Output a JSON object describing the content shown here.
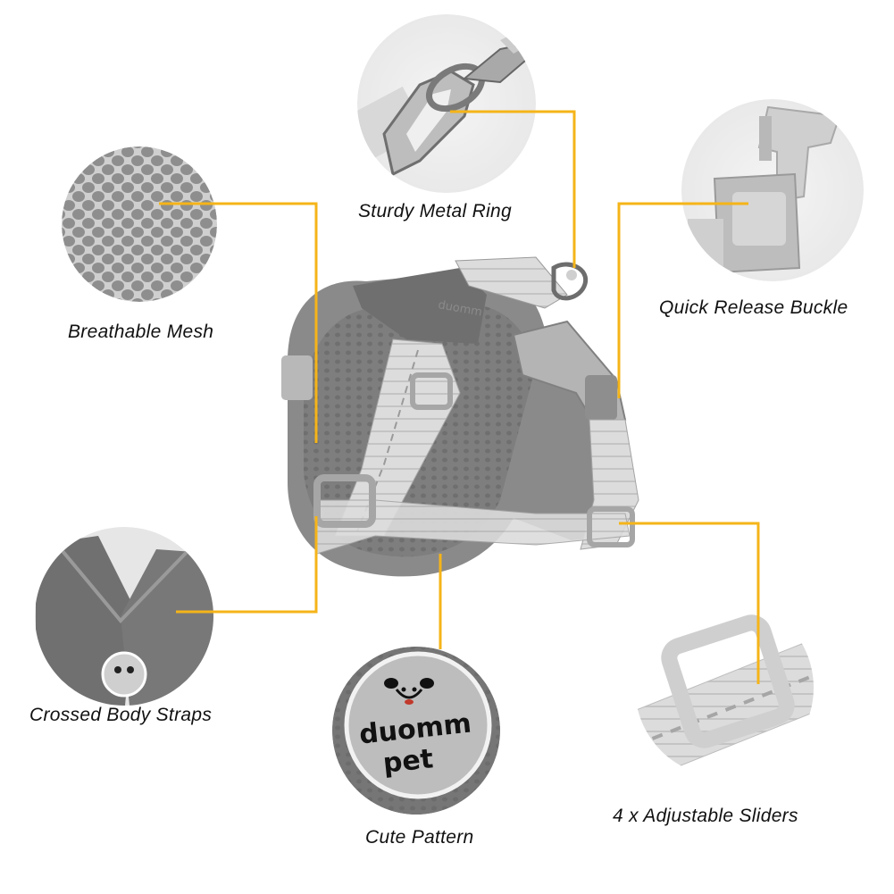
{
  "features": {
    "mesh": "Breathable Mesh",
    "ring": "Sturdy Metal Ring",
    "buckle": "Quick Release Buckle",
    "straps": "Crossed Body Straps",
    "pattern": "Cute Pattern",
    "sliders": "4 x Adjustable Sliders"
  },
  "badge": {
    "line1": "duomm",
    "line2": "pet"
  },
  "colors": {
    "callout": "#f5b418",
    "harness": "#8a8a8a",
    "strap": "#d4d4d4",
    "background": "#ffffff"
  }
}
